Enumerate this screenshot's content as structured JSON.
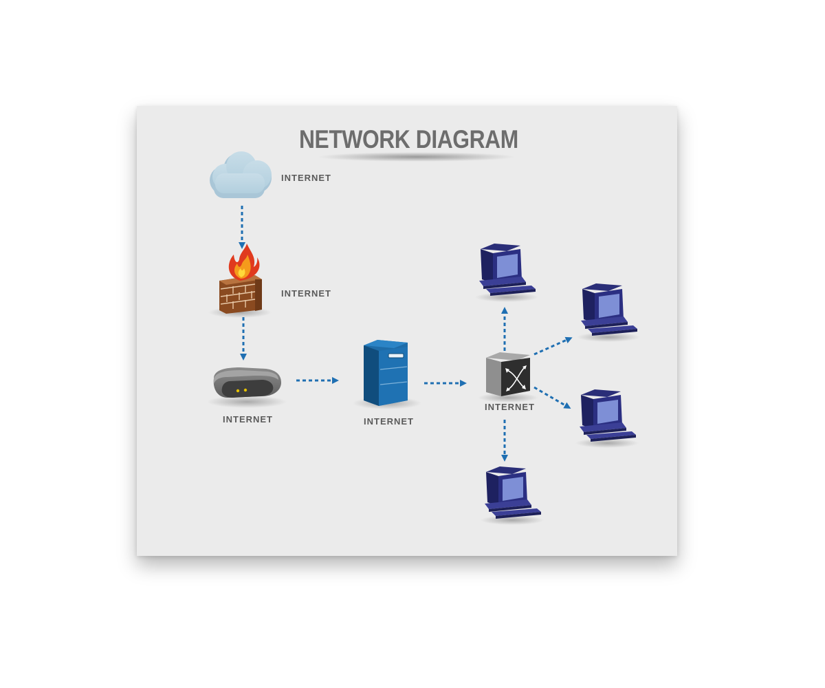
{
  "title": "NETWORK DIAGRAM",
  "colors": {
    "background": "#ebebeb",
    "title": "#6d6d6d",
    "connector": "#1f6fb2",
    "label": "#5a5a5a"
  },
  "nodes": [
    {
      "id": "cloud",
      "icon": "cloud-icon",
      "label": "INTERNET"
    },
    {
      "id": "firewall",
      "icon": "firewall-icon",
      "label": "INTERNET"
    },
    {
      "id": "router",
      "icon": "router-icon",
      "label": "INTERNET"
    },
    {
      "id": "server",
      "icon": "server-icon",
      "label": "INTERNET"
    },
    {
      "id": "switch",
      "icon": "switch-icon",
      "label": "INTERNET"
    },
    {
      "id": "pc1",
      "icon": "computer-icon",
      "label": ""
    },
    {
      "id": "pc2",
      "icon": "computer-icon",
      "label": ""
    },
    {
      "id": "pc3",
      "icon": "computer-icon",
      "label": ""
    },
    {
      "id": "pc4",
      "icon": "computer-icon",
      "label": ""
    }
  ],
  "edges": [
    {
      "from": "cloud",
      "to": "firewall"
    },
    {
      "from": "firewall",
      "to": "router"
    },
    {
      "from": "router",
      "to": "server"
    },
    {
      "from": "server",
      "to": "switch"
    },
    {
      "from": "switch",
      "to": "pc1"
    },
    {
      "from": "switch",
      "to": "pc2"
    },
    {
      "from": "switch",
      "to": "pc3"
    },
    {
      "from": "switch",
      "to": "pc4"
    }
  ]
}
